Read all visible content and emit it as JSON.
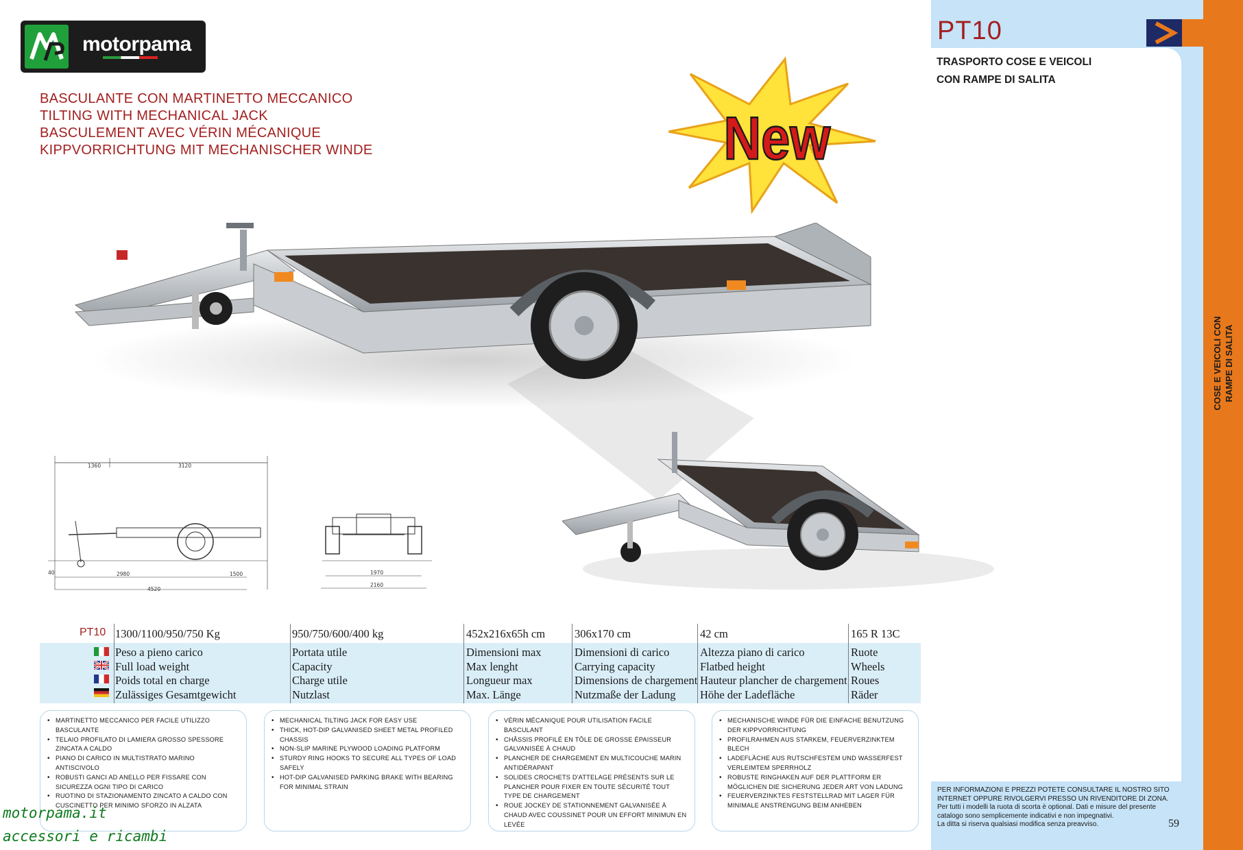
{
  "brand": {
    "logo_text": "motorpama"
  },
  "headings": [
    "BASCULANTE CON MARTINETTO MECCANICO",
    "TILTING WITH MECHANICAL JACK",
    "BASCULEMENT AVEC VÉRIN MÉCANIQUE",
    "KIPPVORRICHTUNG MIT MECHANISCHER WINDE"
  ],
  "badge": {
    "label": "New"
  },
  "product": {
    "model": "PT10",
    "subtitle_line1": "TRASPORTO COSE E VEICOLI",
    "subtitle_line2": "CON RAMPE DI SALITA"
  },
  "side_tab": {
    "line1": "COSE E VEICOLI CON",
    "line2": "RAMPE DI SALITA"
  },
  "drawing": {
    "dims_top": [
      "1360",
      "3120"
    ],
    "dims_bottom": [
      "40",
      "2980",
      "1500",
      "4520"
    ],
    "dims_front": [
      "1970",
      "2160"
    ]
  },
  "spec_table": {
    "model": "PT10",
    "values": [
      "1300/1100/950/750 Kg",
      "950/750/600/400 kg",
      "452x216x65h cm",
      "306x170 cm",
      "42 cm",
      "165 R 13C"
    ],
    "columns": [
      [
        "Peso a pieno carico",
        "Full load weight",
        "Poids total en charge",
        "Zulässiges Gesamtgewicht"
      ],
      [
        "Portata utile",
        "Capacity",
        "Charge utile",
        "Nutzlast"
      ],
      [
        "Dimensioni max",
        "Max lenght",
        "Longueur max",
        "Max. Länge"
      ],
      [
        "Dimensioni di carico",
        "Carrying capacity",
        "Dimensions de chargement",
        "Nutzmaße der Ladung"
      ],
      [
        "Altezza piano di carico",
        "Flatbed height",
        "Hauteur plancher de chargement",
        "Höhe der Ladefläche"
      ],
      [
        "Ruote",
        "Wheels",
        "Roues",
        "Räder"
      ]
    ]
  },
  "features": {
    "it": [
      "MARTINETTO MECCANICO PER FACILE UTILIZZO BASCULANTE",
      "TELAIO PROFILATO DI LAMIERA GROSSO SPESSORE ZINCATA A CALDO",
      "PIANO DI CARICO IN MULTISTRATO MARINO ANTISCIVOLO",
      "ROBUSTI GANCI AD ANELLO PER FISSARE CON SICUREZZA OGNI TIPO DI CARICO",
      "RUOTINO DI STAZIONAMENTO ZINCATO A CALDO CON CUSCINETTO PER MINIMO SFORZO IN ALZATA"
    ],
    "en": [
      "MECHANICAL TILTING JACK FOR EASY USE",
      "THICK, HOT-DIP GALVANISED SHEET METAL PROFILED CHASSIS",
      "NON-SLIP MARINE PLYWOOD LOADING PLATFORM",
      "STURDY RING HOOKS TO SECURE ALL TYPES OF LOAD SAFELY",
      "HOT-DIP GALVANISED PARKING BRAKE WITH BEARING FOR MINIMAL STRAIN"
    ],
    "fr": [
      "VÉRIN MÉCANIQUE POUR UTILISATION FACILE BASCULANT",
      "CHÂSSIS PROFILÉ EN TÔLE DE GROSSE ÉPAISSEUR GALVANISÉE À CHAUD",
      "PLANCHER DE CHARGEMENT EN MULTICOUCHE MARIN ANTIDÉRAPANT",
      "SOLIDES CROCHETS D'ATTELAGE PRÉSENTS SUR LE PLANCHER POUR FIXER EN TOUTE SÉCURITÉ TOUT TYPE DE CHARGEMENT",
      "ROUE JOCKEY DE STATIONNEMENT GALVANISÉE À CHAUD AVEC COUSSINET POUR UN EFFORT MINIMUN EN LEVÉE"
    ],
    "de": [
      "MECHANISCHE WINDE FÜR DIE EINFACHE BENUTZUNG DER KIPPVORRICHTUNG",
      "PROFILRAHMEN AUS STARKEM, FEUERVERZINKTEM BLECH",
      "LADEFLÄCHE AUS RUTSCHFESTEM UND WASSERFEST VERLEIMTEM SPERRHOLZ",
      "ROBUSTE RINGHAKEN AUF DER PLATTFORM ER MÖGLICHEN DIE SICHERUNG JEDER ART VON LADUNG",
      "FEUERVERZINKTES FESTSTELLRAD MIT LAGER FÜR MINIMALE ANSTRENGUNG BEIM ANHEBEN"
    ]
  },
  "info_note": {
    "line1": "PER INFORMAZIONI E PREZZI POTETE CONSULTARE IL NOSTRO SITO",
    "line2": "INTERNET OPPURE RIVOLGERVI PRESSO UN RIVENDITORE DI ZONA.",
    "line3": "Per tutti i modelli la ruota di scorta è optional. Dati e misure del presente",
    "line4": "catalogo sono semplicemente indicativi e non impegnativi.",
    "line5": "La ditta si riserva qualsiasi modifica senza preavviso."
  },
  "page_number": "59",
  "footer": {
    "site": "motorpama.it",
    "tagline": "accessori e ricambi"
  },
  "colors": {
    "accent_red": "#a31f1f",
    "panel_blue": "#c6e3f7",
    "orange": "#e8781c",
    "navy": "#1d2a66",
    "logo_green": "#20a03a"
  }
}
